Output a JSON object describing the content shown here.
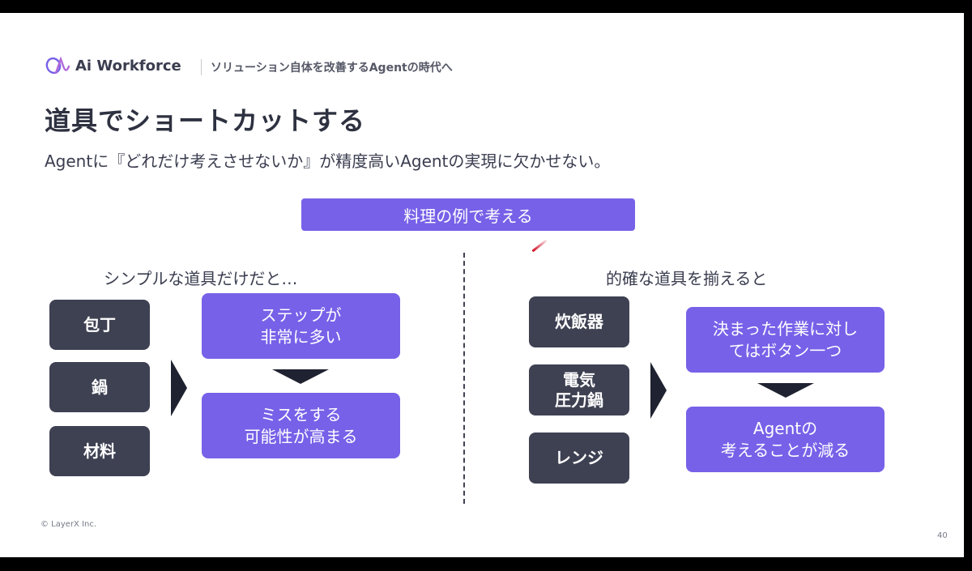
{
  "header": {
    "logo_text": "Ai Workforce",
    "subtitle": "ソリューション自体を改善するAgentの時代へ"
  },
  "title": "道具でショートカットする",
  "subtitle": "Agentに『どれだけ考えさせないか』が精度高いAgentの実現に欠かせない。",
  "banner": "料理の例で考える",
  "left": {
    "label": "シンプルな道具だけだと…",
    "tools": [
      "包丁",
      "鍋",
      "材料"
    ],
    "results": [
      {
        "line1": "ステップが",
        "line2": "非常に多い"
      },
      {
        "line1": "ミスをする",
        "line2": "可能性が高まる"
      }
    ]
  },
  "right": {
    "label": "的確な道具を揃えると",
    "tools": [
      {
        "line1": "炊飯器",
        "line2": ""
      },
      {
        "line1": "電気",
        "line2": "圧力鍋"
      },
      {
        "line1": "レンジ",
        "line2": ""
      }
    ],
    "results": [
      {
        "line1": "決まった作業に対し",
        "line2": "てはボタン一つ"
      },
      {
        "line1": "Agentの",
        "line2": "考えることが減る"
      }
    ]
  },
  "footer": {
    "copyright": "© LayerX Inc.",
    "page_number": "40"
  },
  "colors": {
    "accent": "#7761e8",
    "dark_box": "#3e4152",
    "arrow": "#1f2230"
  }
}
